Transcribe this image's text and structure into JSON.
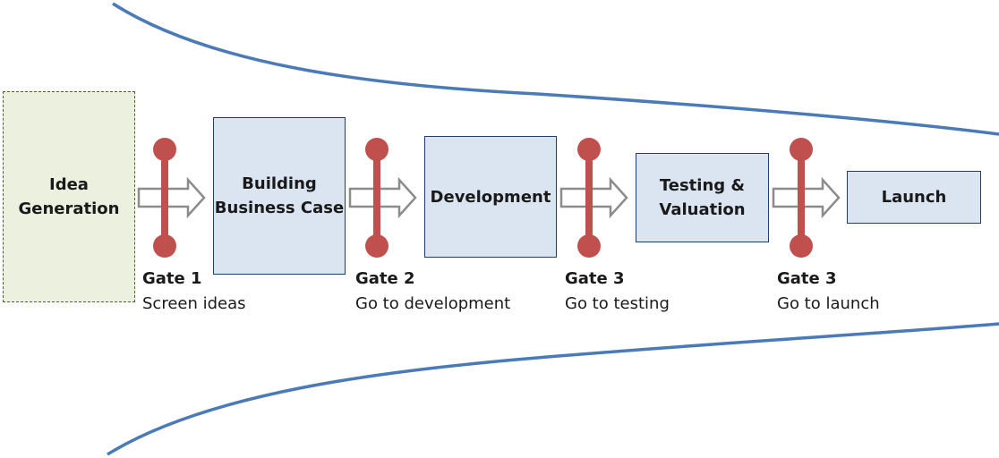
{
  "colors": {
    "funnel": "#4a7ab8",
    "gate": "#c0504d",
    "arrow_stroke": "#8c8c8c",
    "idea_fill": "#ebf1de",
    "stage_fill": "#dbe5f1"
  },
  "stages": [
    {
      "label": "Idea\nGeneration",
      "kind": "idea"
    },
    {
      "label": "Building\nBusiness Case",
      "kind": "stage"
    },
    {
      "label": "Development",
      "kind": "stage"
    },
    {
      "label": "Testing &\nValuation",
      "kind": "stage"
    },
    {
      "label": "Launch",
      "kind": "stage"
    }
  ],
  "gates": [
    {
      "title": "Gate 1",
      "description": "Screen ideas"
    },
    {
      "title": "Gate 2",
      "description": "Go to development"
    },
    {
      "title": "Gate 3",
      "description": "Go to testing"
    },
    {
      "title": "Gate 3",
      "description": "Go to launch"
    }
  ]
}
